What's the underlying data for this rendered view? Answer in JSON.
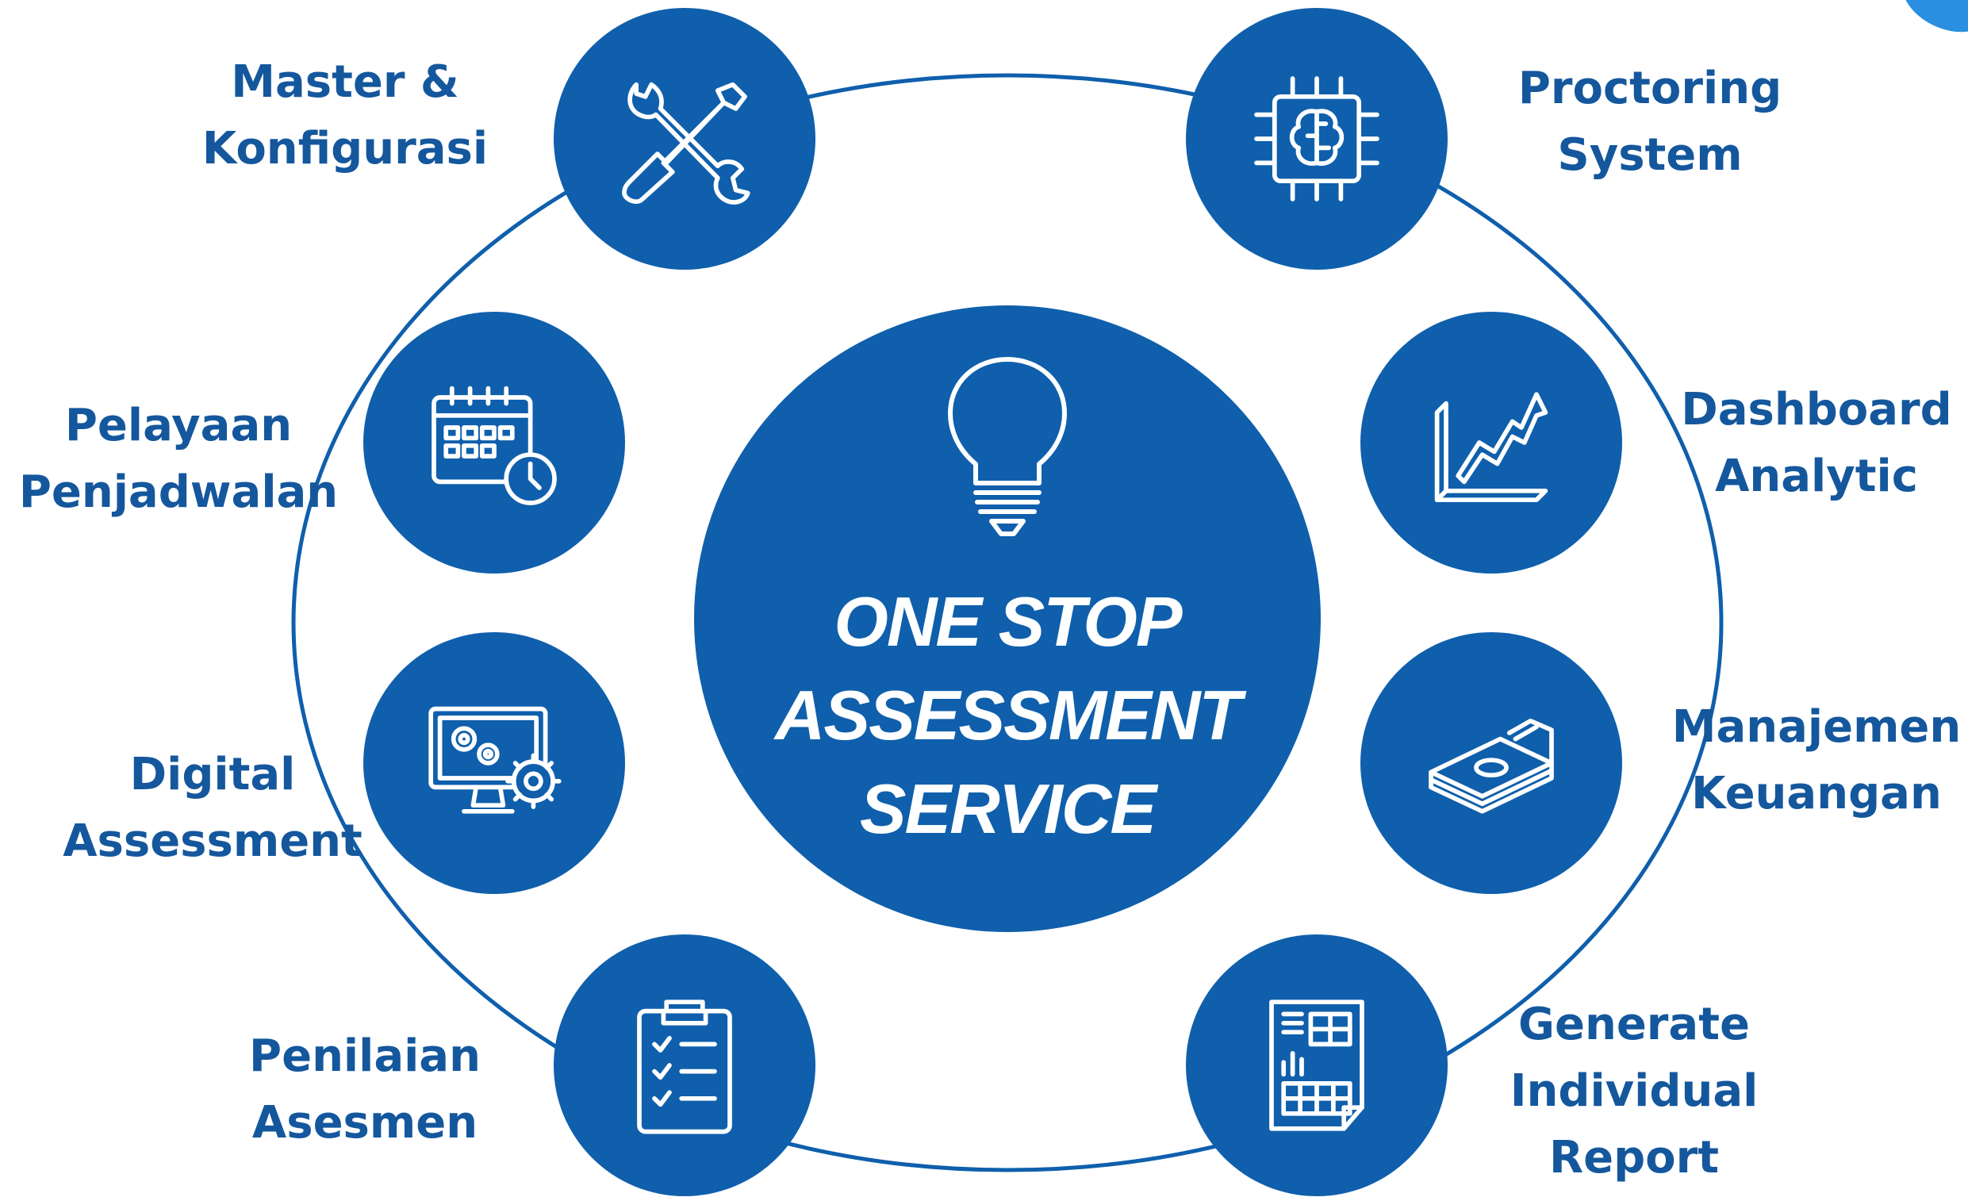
{
  "diagram": {
    "center": {
      "lines": [
        "ONE STOP",
        "ASSESSMENT",
        "SERVICE"
      ],
      "icon": "lightbulb-icon"
    },
    "nodes": [
      {
        "id": "master",
        "lines": [
          "Master &",
          "Konfigurasi"
        ],
        "icon": "tools-icon"
      },
      {
        "id": "proctoring",
        "lines": [
          "Proctoring",
          "System"
        ],
        "icon": "brain-chip-icon"
      },
      {
        "id": "penjadwalan",
        "lines": [
          "Pelayaan",
          "Penjadwalan"
        ],
        "icon": "calendar-clock-icon"
      },
      {
        "id": "dashboard",
        "lines": [
          "Dashboard",
          "Analytic"
        ],
        "icon": "growth-chart-icon"
      },
      {
        "id": "digital",
        "lines": [
          "Digital",
          "Assessment"
        ],
        "icon": "monitor-gears-icon"
      },
      {
        "id": "keuangan",
        "lines": [
          "Manajemen",
          "Keuangan"
        ],
        "icon": "money-stack-icon"
      },
      {
        "id": "penilaian",
        "lines": [
          "Penilaian",
          "Asesmen"
        ],
        "icon": "clipboard-checklist-icon"
      },
      {
        "id": "report",
        "lines": [
          "Generate",
          "Individual",
          "Report"
        ],
        "icon": "report-document-icon"
      }
    ],
    "colors": {
      "primary": "#0f5fac",
      "label": "#14579d",
      "background": "#ffffff",
      "accent": "#2a8fe0"
    }
  }
}
